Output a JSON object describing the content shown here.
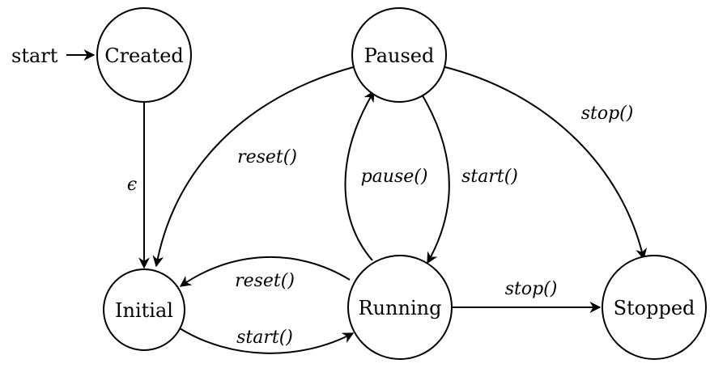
{
  "diagram": {
    "start_label": "start",
    "states": {
      "created": "Created",
      "paused": "Paused",
      "initial": "Initial",
      "running": "Running",
      "stopped": "Stopped"
    },
    "transitions": {
      "created_to_initial": "ϵ",
      "paused_to_initial": "reset()",
      "paused_to_running": "start()",
      "paused_to_stopped": "stop()",
      "running_to_paused": "pause()",
      "running_to_initial": "reset()",
      "initial_to_running": "start()",
      "running_to_stopped": "stop()"
    }
  }
}
